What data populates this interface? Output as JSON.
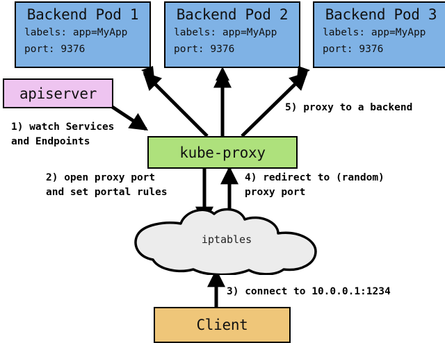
{
  "diagram": {
    "title": "kube-proxy service proxy flow",
    "colors": {
      "pod_fill": "#7fb2e5",
      "apiserver_fill": "#eec4f0",
      "kubeproxy_fill": "#aee17c",
      "client_fill": "#efc679",
      "cloud_fill": "#ececec",
      "stroke": "#000000",
      "background": "#ffffff"
    }
  },
  "pods": [
    {
      "title": "Backend Pod 1",
      "labels_line": "labels: app=MyApp",
      "port_line": "port: 9376"
    },
    {
      "title": "Backend Pod 2",
      "labels_line": "labels: app=MyApp",
      "port_line": "port: 9376"
    },
    {
      "title": "Backend Pod 3",
      "labels_line": "labels: app=MyApp",
      "port_line": "port: 9376"
    }
  ],
  "nodes": {
    "apiserver": {
      "title": "apiserver"
    },
    "kubeproxy": {
      "title": "kube-proxy"
    },
    "client": {
      "title": "Client"
    },
    "iptables": {
      "title": "iptables"
    }
  },
  "steps": [
    {
      "id": "step1",
      "text": "1) watch Services\nand Endpoints"
    },
    {
      "id": "step2",
      "text": "2) open proxy port\nand set portal rules"
    },
    {
      "id": "step3",
      "text": "3) connect to 10.0.0.1:1234"
    },
    {
      "id": "step4",
      "text": "4) redirect to (random)\nproxy port"
    },
    {
      "id": "step5",
      "text": "5) proxy to a backend"
    }
  ]
}
